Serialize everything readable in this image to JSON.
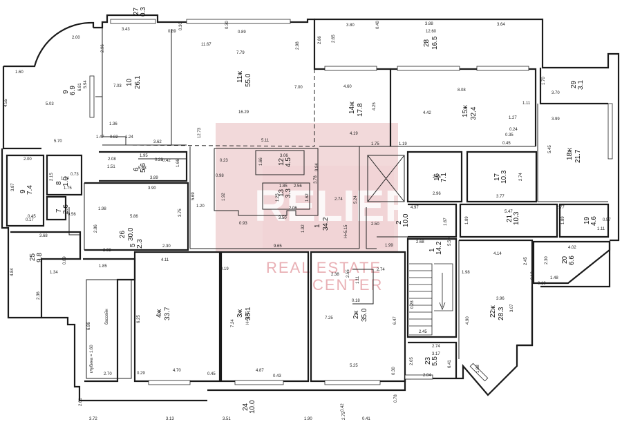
{
  "watermark": {
    "main": "RELIEF",
    "line1": "REAL ESTATE",
    "line2": "CENTER",
    "color": "#e8b9bc"
  },
  "rooms": [
    {
      "id": "r10",
      "number": "10",
      "area": "26.1"
    },
    {
      "id": "r11",
      "number": "11ж",
      "area": "55.0"
    },
    {
      "id": "r12",
      "number": "12",
      "area": "4.5"
    },
    {
      "id": "r13",
      "number": "13",
      "area": "3.3"
    },
    {
      "id": "r14",
      "number": "14ж",
      "area": "17.8"
    },
    {
      "id": "r15",
      "number": "15ж",
      "area": "32.4"
    },
    {
      "id": "r16",
      "number": "16",
      "area": "7.1"
    },
    {
      "id": "r17",
      "number": "17",
      "area": "10.3"
    },
    {
      "id": "r18",
      "number": "18ж",
      "area": "21.7"
    },
    {
      "id": "r19",
      "number": "19",
      "area": "4.6"
    },
    {
      "id": "r20",
      "number": "20",
      "area": "6.6"
    },
    {
      "id": "r21",
      "number": "21",
      "area": "10.3"
    },
    {
      "id": "r22",
      "number": "22ж",
      "area": "28.3"
    },
    {
      "id": "r23",
      "number": "23",
      "area": "5.5"
    },
    {
      "id": "r24",
      "number": "24",
      "area": "10.0"
    },
    {
      "id": "r25",
      "number": "25",
      "area": "9.8"
    },
    {
      "id": "r26",
      "number": "26",
      "area": "30.0"
    },
    {
      "id": "r27",
      "number": "27",
      "area": "0.3"
    },
    {
      "id": "r28",
      "number": "28",
      "area": "16.5"
    },
    {
      "id": "r1",
      "number": "1",
      "area": "34.2"
    },
    {
      "id": "r2",
      "number": "2",
      "area": "10.0"
    },
    {
      "id": "r3",
      "number": "3ж",
      "area": "35.1"
    },
    {
      "id": "r4",
      "number": "4ж",
      "area": "33.7"
    },
    {
      "id": "r5",
      "number": "5",
      "area": "2.3"
    },
    {
      "id": "r6",
      "number": "6",
      "area": "5.6"
    },
    {
      "id": "r7",
      "number": "7",
      "area": "2.6"
    },
    {
      "id": "r8",
      "number": "8",
      "area": "1.0"
    },
    {
      "id": "r9",
      "number": "9",
      "area": "7.4"
    },
    {
      "id": "r29",
      "number": "29",
      "area": "3.1"
    },
    {
      "id": "r2z",
      "number": "2ж",
      "area": "35.0"
    },
    {
      "id": "r1b",
      "number": "1",
      "area": "14.2"
    },
    {
      "id": "r9b",
      "number": "9",
      "area": "6.9"
    }
  ],
  "labels": {
    "pool": "бассейн",
    "pool_depth": "глубина = 1.60",
    "h_345": "H=3.45",
    "h_515": "H=5.15"
  },
  "dimensions": [
    "1.60",
    "4.55",
    "2.00",
    "5.03",
    "5.70",
    "2.96",
    "3.43",
    "0.89",
    "0.30",
    "11.67",
    "7.79",
    "2.98",
    "0.89",
    "0.30",
    "3.80",
    "0.40",
    "3.88",
    "12.60",
    "3.64",
    "2.65",
    "2.86",
    "5.94",
    "6.81",
    "7.03",
    "1.36",
    "1.47",
    "0.82",
    "1.24",
    "3.62",
    "16.29",
    "12.73",
    "5.11",
    "7.00",
    "4.60",
    "4.25",
    "4.19",
    "1.75",
    "8.08",
    "4.42",
    "1.27",
    "0.24",
    "0.35",
    "0.45",
    "1.19",
    "1.11",
    "1.70",
    "3.70",
    "3.99",
    "5.45",
    "2.00",
    "3.87",
    "0.45",
    "0.17",
    "1.74",
    "1.75",
    "0.73",
    "2.15",
    "0.56",
    "1.98",
    "2.86",
    "2.92",
    "3.68",
    "4.84",
    "1.34",
    "2.36",
    "0.89",
    "1.85",
    "6.86",
    "2.70",
    "0.29",
    "4.11",
    "6.25",
    "4.70",
    "0.45",
    "0.19",
    "7.24",
    "4.87",
    "0.43",
    "2.38",
    "7.25",
    "5.25",
    "0.30",
    "2.74",
    "0.18",
    "1.11",
    "2.55",
    "6.47",
    "3.90",
    "5.86",
    "3.75",
    "2.30",
    "1.95",
    "0.28",
    "1.66",
    "3.89",
    "2.08",
    "1.51",
    "5.63",
    "0.42",
    "0.23",
    "0.98",
    "1.92",
    "1.20",
    "5.69",
    "0.93",
    "3.50",
    "1.66",
    "3.06",
    "3.78",
    "2.56",
    "1.85",
    "2.06",
    "1.25",
    "1.62",
    "9.65",
    "1.92",
    "2.74",
    "9.94",
    "5.24",
    "2.50",
    "1.99",
    "4.97",
    "1.67",
    "2.68",
    "5.59",
    "2.96",
    "2.45",
    "3.77",
    "2.74",
    "5.47",
    "1.89",
    "2.77",
    "1.89",
    "1.11",
    "0.57",
    "4.02",
    "2.30",
    "1.48",
    "3.96",
    "4.14",
    "2.45",
    "4.90",
    "3.07",
    "2.74",
    "3.17",
    "2.05",
    "2.04",
    "6.41",
    "1.88",
    "2.45",
    "0.28",
    "1.98",
    "2.61",
    "3.72",
    "3.13",
    "3.51",
    "1.90",
    "0.41",
    "0.42",
    "2.75",
    "0.78",
    "0.18",
    "0.19"
  ],
  "icons": {
    "window": "window-icon",
    "door": "door-icon",
    "stairs": "stairs-icon",
    "elevator": "elevator-icon"
  }
}
